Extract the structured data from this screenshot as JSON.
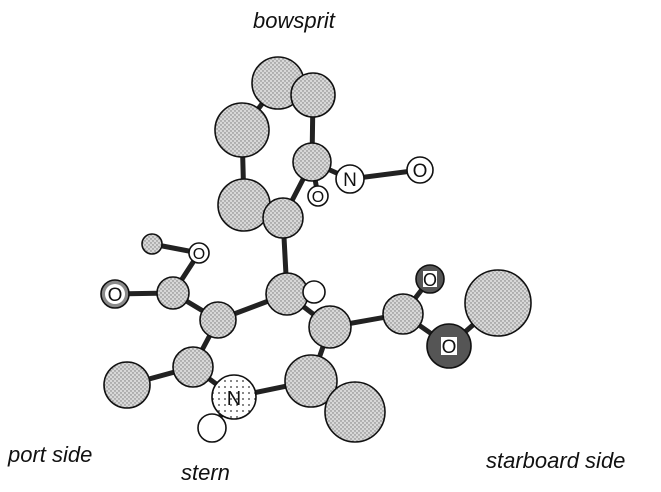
{
  "labels": {
    "top": "bowsprit",
    "left": "port side",
    "bottom": "stern",
    "right": "starboard side"
  },
  "atom_symbols": {
    "nitrogen": "N",
    "oxygen": "O"
  },
  "colors": {
    "carbon_fill": "#cfcfcf",
    "oxygen_dark_fill": "#555555",
    "outline": "#111111",
    "bond": "#222222"
  }
}
